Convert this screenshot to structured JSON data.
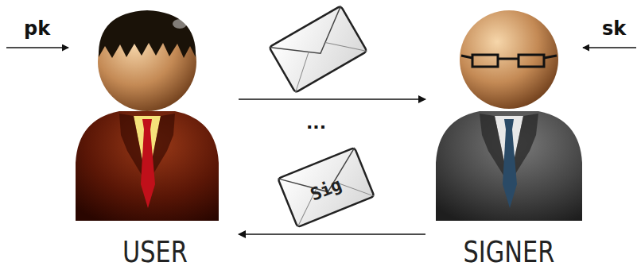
{
  "diagram": {
    "nodes": [
      {
        "text": [
          "USER"
        ]
      },
      {
        "text": [
          "SIGNER"
        ]
      }
    ],
    "edges": [
      {
        "from": 0,
        "to": 1,
        "arrow": "to"
      },
      {
        "from": 1,
        "to": 0,
        "arrow": "to",
        "label": "Sig"
      }
    ],
    "labels": [
      "pk",
      "sk",
      "..."
    ]
  }
}
